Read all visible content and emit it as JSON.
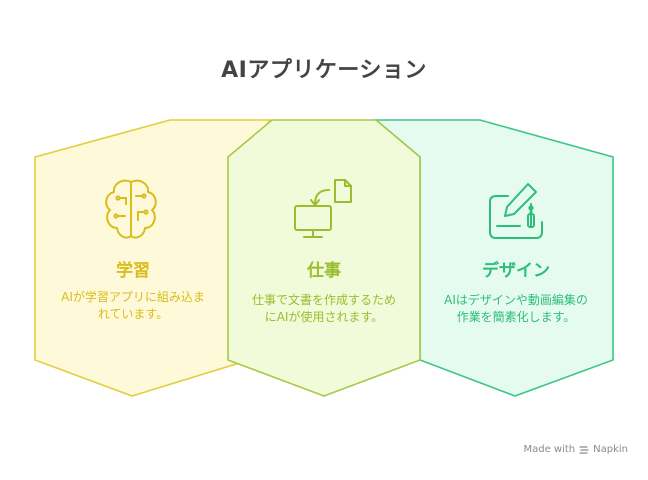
{
  "title": "AIアプリケーション",
  "panels": [
    {
      "heading": "学習",
      "description": "AIが学習アプリに組み込まれています。",
      "icon": "brain-circuit-icon",
      "colors": {
        "fill": "#fef9d9",
        "stroke": "#e2cf3d",
        "text": "#d9bd1e"
      }
    },
    {
      "heading": "仕事",
      "description": "仕事で文書を作成するためにAIが使用されます。",
      "icon": "monitor-document-icon",
      "colors": {
        "fill": "#f1fbd9",
        "stroke": "#a8c84a",
        "text": "#98bd2f"
      }
    },
    {
      "heading": "デザイン",
      "description": "AIはデザインや動画編集の作業を簡素化します。",
      "icon": "design-edit-icon",
      "colors": {
        "fill": "#e5fbf0",
        "stroke": "#3cc686",
        "text": "#2fbd7a"
      }
    }
  ],
  "footer": {
    "made_with": "Made with",
    "brand": "Napkin"
  }
}
